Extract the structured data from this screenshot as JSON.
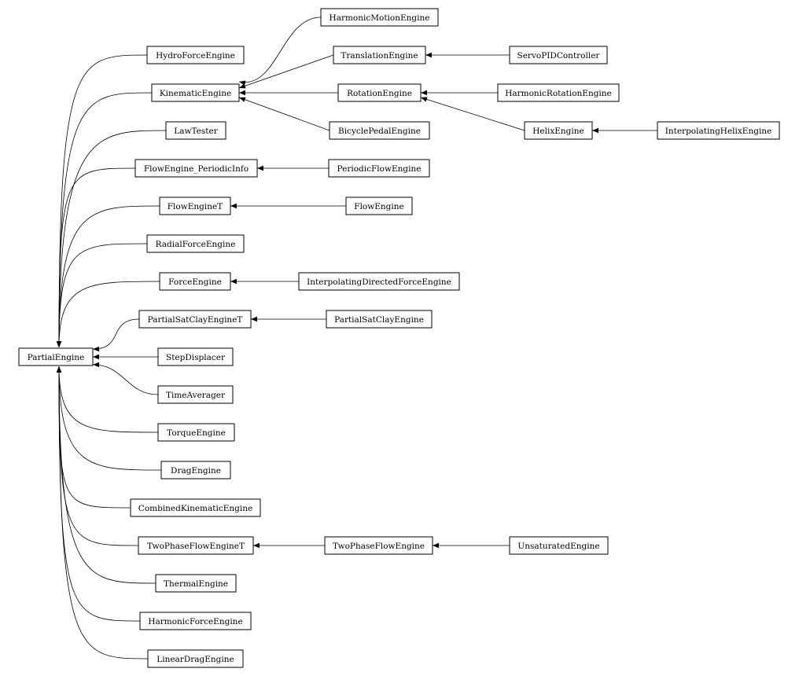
{
  "diagram": {
    "nodes": [
      {
        "id": "PartialEngine",
        "label": "PartialEngine"
      },
      {
        "id": "HydroForceEngine",
        "label": "HydroForceEngine"
      },
      {
        "id": "KinematicEngine",
        "label": "KinematicEngine"
      },
      {
        "id": "LawTester",
        "label": "LawTester"
      },
      {
        "id": "FlowEngine_PeriodicInfo",
        "label": "FlowEngine_PeriodicInfo"
      },
      {
        "id": "FlowEngineT",
        "label": "FlowEngineT"
      },
      {
        "id": "RadialForceEngine",
        "label": "RadialForceEngine"
      },
      {
        "id": "ForceEngine",
        "label": "ForceEngine"
      },
      {
        "id": "PartialSatClayEngineT",
        "label": "PartialSatClayEngineT"
      },
      {
        "id": "StepDisplacer",
        "label": "StepDisplacer"
      },
      {
        "id": "TimeAverager",
        "label": "TimeAverager"
      },
      {
        "id": "TorqueEngine",
        "label": "TorqueEngine"
      },
      {
        "id": "DragEngine",
        "label": "DragEngine"
      },
      {
        "id": "CombinedKinematicEngine",
        "label": "CombinedKinematicEngine"
      },
      {
        "id": "TwoPhaseFlowEngineT",
        "label": "TwoPhaseFlowEngineT"
      },
      {
        "id": "ThermalEngine",
        "label": "ThermalEngine"
      },
      {
        "id": "HarmonicForceEngine",
        "label": "HarmonicForceEngine"
      },
      {
        "id": "LinearDragEngine",
        "label": "LinearDragEngine"
      },
      {
        "id": "HarmonicMotionEngine",
        "label": "HarmonicMotionEngine"
      },
      {
        "id": "TranslationEngine",
        "label": "TranslationEngine"
      },
      {
        "id": "RotationEngine",
        "label": "RotationEngine"
      },
      {
        "id": "BicyclePedalEngine",
        "label": "BicyclePedalEngine"
      },
      {
        "id": "PeriodicFlowEngine",
        "label": "PeriodicFlowEngine"
      },
      {
        "id": "FlowEngine",
        "label": "FlowEngine"
      },
      {
        "id": "InterpolatingDirectedForceEngine",
        "label": "InterpolatingDirectedForceEngine"
      },
      {
        "id": "PartialSatClayEngine",
        "label": "PartialSatClayEngine"
      },
      {
        "id": "TwoPhaseFlowEngine",
        "label": "TwoPhaseFlowEngine"
      },
      {
        "id": "ServoPIDController",
        "label": "ServoPIDController"
      },
      {
        "id": "HarmonicRotationEngine",
        "label": "HarmonicRotationEngine"
      },
      {
        "id": "HelixEngine",
        "label": "HelixEngine"
      },
      {
        "id": "UnsaturatedEngine",
        "label": "UnsaturatedEngine"
      },
      {
        "id": "InterpolatingHelixEngine",
        "label": "InterpolatingHelixEngine"
      }
    ],
    "edges": [
      {
        "from": "HydroForceEngine",
        "to": "PartialEngine"
      },
      {
        "from": "KinematicEngine",
        "to": "PartialEngine"
      },
      {
        "from": "LawTester",
        "to": "PartialEngine"
      },
      {
        "from": "FlowEngine_PeriodicInfo",
        "to": "PartialEngine"
      },
      {
        "from": "FlowEngineT",
        "to": "PartialEngine"
      },
      {
        "from": "RadialForceEngine",
        "to": "PartialEngine"
      },
      {
        "from": "ForceEngine",
        "to": "PartialEngine"
      },
      {
        "from": "PartialSatClayEngineT",
        "to": "PartialEngine"
      },
      {
        "from": "StepDisplacer",
        "to": "PartialEngine"
      },
      {
        "from": "TimeAverager",
        "to": "PartialEngine"
      },
      {
        "from": "TorqueEngine",
        "to": "PartialEngine"
      },
      {
        "from": "DragEngine",
        "to": "PartialEngine"
      },
      {
        "from": "CombinedKinematicEngine",
        "to": "PartialEngine"
      },
      {
        "from": "TwoPhaseFlowEngineT",
        "to": "PartialEngine"
      },
      {
        "from": "ThermalEngine",
        "to": "PartialEngine"
      },
      {
        "from": "HarmonicForceEngine",
        "to": "PartialEngine"
      },
      {
        "from": "LinearDragEngine",
        "to": "PartialEngine"
      },
      {
        "from": "HarmonicMotionEngine",
        "to": "KinematicEngine"
      },
      {
        "from": "TranslationEngine",
        "to": "KinematicEngine"
      },
      {
        "from": "RotationEngine",
        "to": "KinematicEngine"
      },
      {
        "from": "BicyclePedalEngine",
        "to": "KinematicEngine"
      },
      {
        "from": "PeriodicFlowEngine",
        "to": "FlowEngine_PeriodicInfo"
      },
      {
        "from": "FlowEngine",
        "to": "FlowEngineT"
      },
      {
        "from": "InterpolatingDirectedForceEngine",
        "to": "ForceEngine"
      },
      {
        "from": "PartialSatClayEngine",
        "to": "PartialSatClayEngineT"
      },
      {
        "from": "TwoPhaseFlowEngine",
        "to": "TwoPhaseFlowEngineT"
      },
      {
        "from": "ServoPIDController",
        "to": "TranslationEngine"
      },
      {
        "from": "HarmonicRotationEngine",
        "to": "RotationEngine"
      },
      {
        "from": "HelixEngine",
        "to": "RotationEngine"
      },
      {
        "from": "UnsaturatedEngine",
        "to": "TwoPhaseFlowEngine"
      },
      {
        "from": "InterpolatingHelixEngine",
        "to": "HelixEngine"
      }
    ]
  }
}
